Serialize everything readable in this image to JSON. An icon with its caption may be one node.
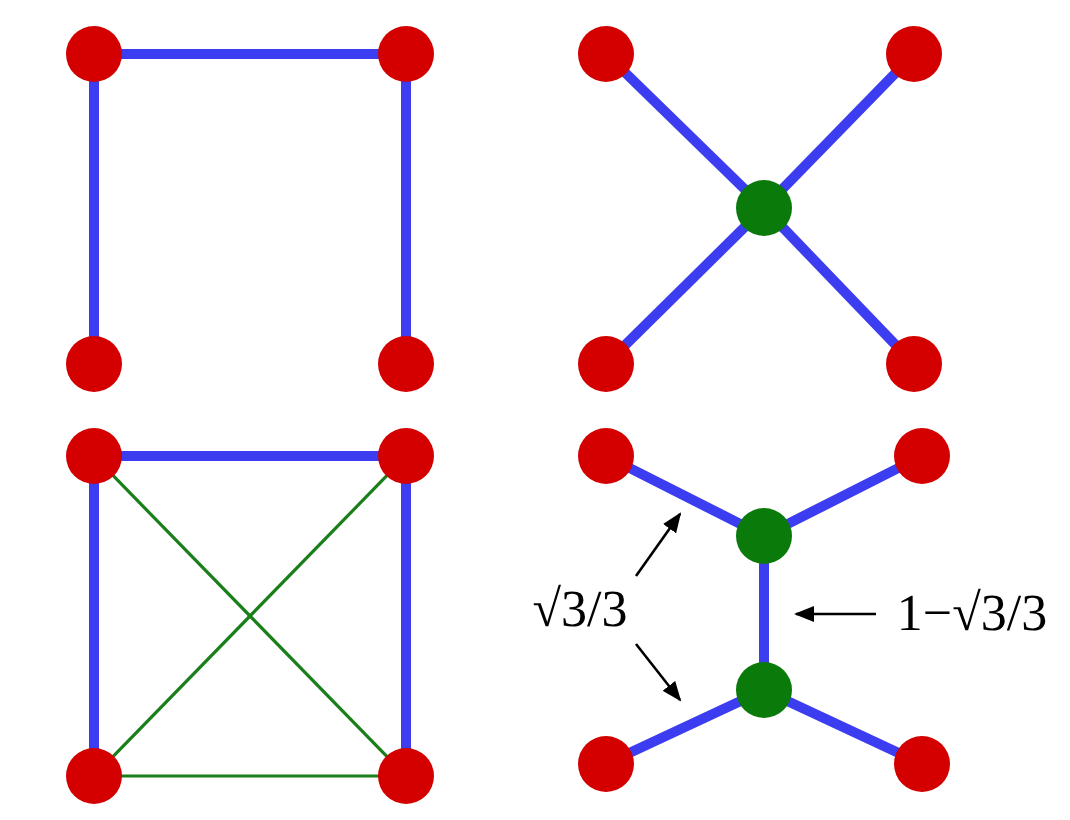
{
  "diagram": {
    "nodes": [
      {
        "text": [],
        "shape": "circle"
      },
      {
        "text": [],
        "shape": "circle"
      },
      {
        "text": [],
        "shape": "circle"
      },
      {
        "text": [],
        "shape": "circle"
      },
      {
        "text": [],
        "shape": "circle"
      },
      {
        "text": [],
        "shape": "circle"
      },
      {
        "text": [],
        "shape": "circle"
      },
      {
        "text": [],
        "shape": "circle"
      },
      {
        "text": [],
        "shape": "circle"
      },
      {
        "text": [],
        "shape": "circle"
      },
      {
        "text": [],
        "shape": "circle"
      },
      {
        "text": [],
        "shape": "circle"
      },
      {
        "text": [],
        "shape": "circle"
      },
      {
        "text": [],
        "shape": "circle"
      },
      {
        "text": [],
        "shape": "circle"
      },
      {
        "text": [],
        "shape": "circle"
      },
      {
        "text": [
          "√3/3"
        ]
      },
      {
        "text": [
          "1−√3/3"
        ]
      },
      {
        "text": [],
        "shape": "circle"
      },
      {
        "text": [],
        "shape": "circle"
      },
      {
        "text": [],
        "shape": "circle"
      }
    ],
    "edges": [
      {
        "from": 0,
        "to": 1,
        "arrow": "none"
      },
      {
        "from": 0,
        "to": 2,
        "arrow": "none"
      },
      {
        "from": 1,
        "to": 3,
        "arrow": "none"
      },
      {
        "from": 4,
        "to": 6,
        "arrow": "none"
      },
      {
        "from": 5,
        "to": 6,
        "arrow": "none"
      },
      {
        "from": 6,
        "to": 7,
        "arrow": "none"
      },
      {
        "from": 6,
        "to": 8,
        "arrow": "none"
      },
      {
        "from": 9,
        "to": 10,
        "arrow": "none"
      },
      {
        "from": 9,
        "to": 11,
        "arrow": "none"
      },
      {
        "from": 10,
        "to": 12,
        "arrow": "none"
      },
      {
        "from": 9,
        "to": 12,
        "arrow": "none",
        "color": "#1a7f1a"
      },
      {
        "from": 10,
        "to": 11,
        "arrow": "none",
        "color": "#1a7f1a"
      },
      {
        "from": 11,
        "to": 12,
        "arrow": "none",
        "color": "#1a7f1a"
      },
      {
        "from": 13,
        "to": 15,
        "arrow": "none"
      },
      {
        "from": 14,
        "to": 15,
        "arrow": "none"
      },
      {
        "from": 15,
        "to": 18,
        "arrow": "none"
      },
      {
        "from": 18,
        "to": 19,
        "arrow": "none"
      },
      {
        "from": 18,
        "to": 20,
        "arrow": "none"
      },
      {
        "from": 16,
        "to": null,
        "arrow": "to",
        "color": "#000000"
      },
      {
        "from": 16,
        "to": null,
        "arrow": "to",
        "color": "#000000"
      },
      {
        "from": 17,
        "to": null,
        "arrow": "to",
        "color": "#000000"
      }
    ]
  }
}
